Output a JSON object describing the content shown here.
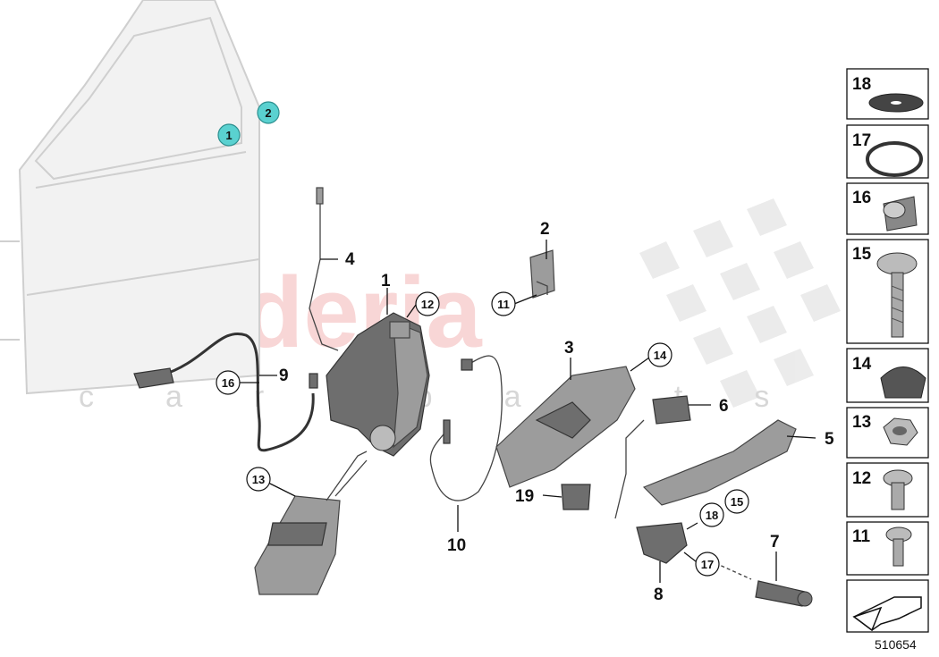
{
  "watermark": {
    "brand": "scuderia",
    "sub": "car parts"
  },
  "door_markers": [
    "1",
    "2"
  ],
  "callouts": {
    "c1": "1",
    "c2": "2",
    "c3": "3",
    "c4": "4",
    "c5": "5",
    "c6": "6",
    "c7": "7",
    "c8": "8",
    "c9": "9",
    "c10": "10",
    "c19": "19"
  },
  "circled": {
    "cc11": "11",
    "cc12": "12",
    "cc13": "13",
    "cc14": "14",
    "cc15": "15",
    "cc16": "16",
    "cc17a": "17",
    "cc18": "18"
  },
  "sidebar": [
    "18",
    "17",
    "16",
    "15",
    "14",
    "13",
    "12",
    "11"
  ],
  "diagram_code": "510654"
}
